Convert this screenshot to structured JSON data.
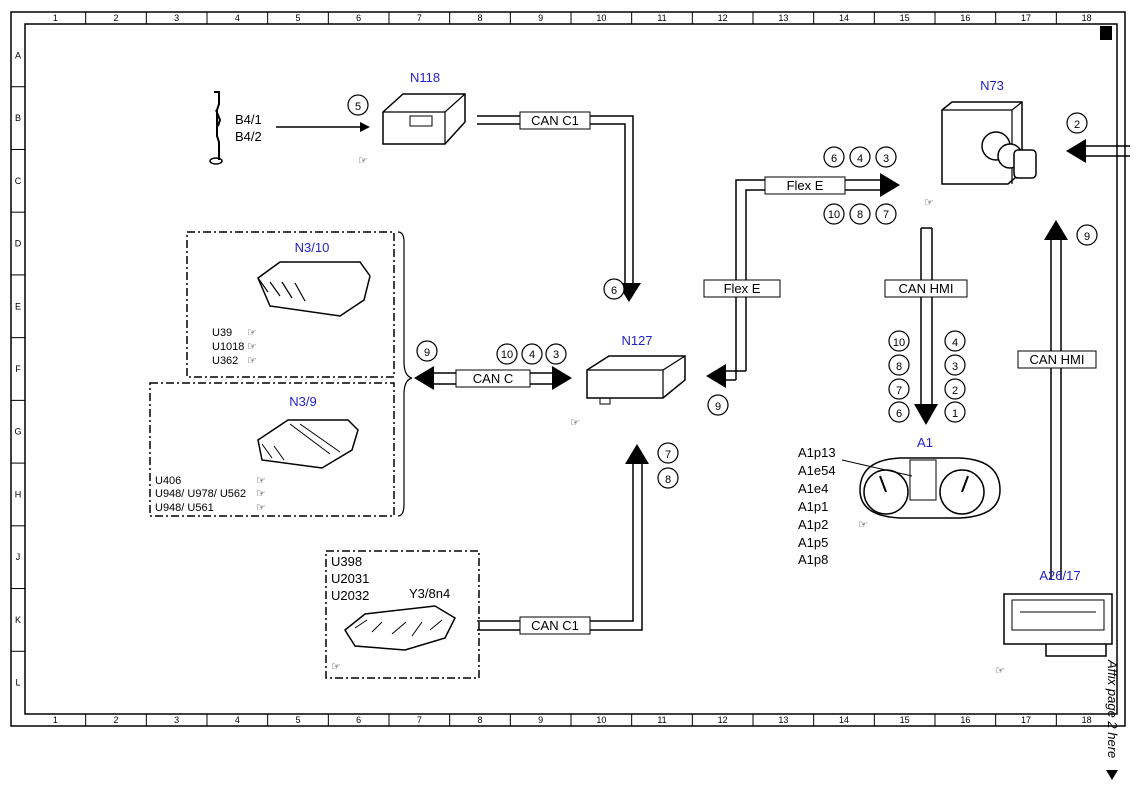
{
  "grid": {
    "columns": [
      "1",
      "2",
      "3",
      "4",
      "5",
      "6",
      "7",
      "8",
      "9",
      "10",
      "11",
      "12",
      "13",
      "14",
      "15",
      "16",
      "17",
      "18"
    ],
    "rows": [
      "A",
      "B",
      "C",
      "D",
      "E",
      "F",
      "G",
      "H",
      "J",
      "K",
      "L"
    ]
  },
  "components": {
    "n118": "N118",
    "n73": "N73",
    "n3_10": "N3/10",
    "n3_9": "N3/9",
    "n127": "N127",
    "a1": "A1",
    "a26_17": "A26/17",
    "y3_8n4": "Y3/8n4"
  },
  "labels": {
    "b4_1": "B4/1",
    "b4_2": "B4/2",
    "n3_10_codes": [
      "U39",
      "U1018",
      "U362"
    ],
    "n3_9_codes": [
      "U406",
      "U948/ U978/ U562",
      "U948/ U561"
    ],
    "y3_codes": [
      "U398",
      "U2031",
      "U2032"
    ],
    "a1_parts": [
      "A1p13",
      "A1e54",
      "A1e4",
      "A1p1",
      "A1p2",
      "A1p5",
      "A1p8"
    ]
  },
  "buses": {
    "can_c1_top": "CAN C1",
    "can_c1_bottom": "CAN C1",
    "can_c": "CAN C",
    "flex_e_top": "Flex E",
    "flex_e_vert": "Flex E",
    "can_hmi_mid": "CAN HMI",
    "can_hmi_right": "CAN HMI"
  },
  "circles": {
    "c_b4": "5",
    "c_n73": "2",
    "c_flex_top": [
      "6",
      "4",
      "3"
    ],
    "c_flex_bot": [
      "10",
      "8",
      "7"
    ],
    "c_right_vert": "9",
    "c_can_c1_down": "6",
    "c_can_c_left": "9",
    "c_can_c_top": [
      "10",
      "4",
      "3"
    ],
    "c_flex_left": "9",
    "c_can_c1_up": [
      "7",
      "8"
    ],
    "c_hmi_left": [
      "10",
      "8",
      "7",
      "6"
    ],
    "c_hmi_right": [
      "4",
      "3",
      "2",
      "1"
    ]
  },
  "margin_note": "Affix page 2 here"
}
